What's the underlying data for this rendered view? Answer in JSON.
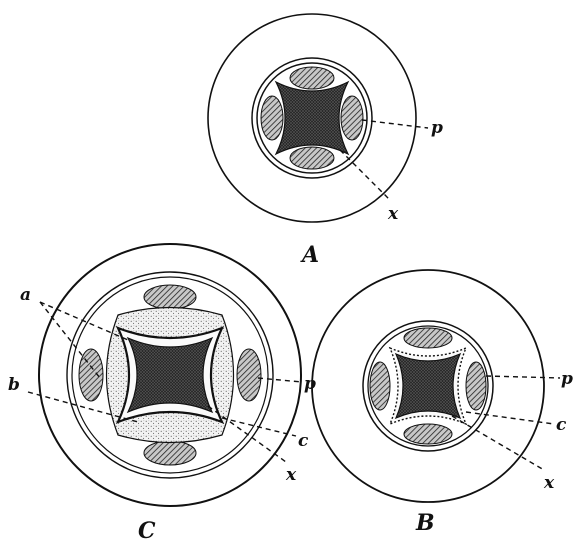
{
  "figure": {
    "panels": [
      {
        "id": "A",
        "caption": "A",
        "labels": [
          "p",
          "x"
        ]
      },
      {
        "id": "B",
        "caption": "B",
        "labels": [
          "p",
          "c",
          "x"
        ]
      },
      {
        "id": "C",
        "caption": "C",
        "labels": [
          "a",
          "b",
          "p",
          "c",
          "x"
        ]
      }
    ]
  },
  "labels": {
    "A_caption": "A",
    "A_p": "p",
    "A_x": "x",
    "B_caption": "B",
    "B_p": "p",
    "B_c": "c",
    "B_x": "x",
    "C_caption": "C",
    "C_a": "a",
    "C_b": "b",
    "C_p": "p",
    "C_c": "c",
    "C_x": "x"
  }
}
